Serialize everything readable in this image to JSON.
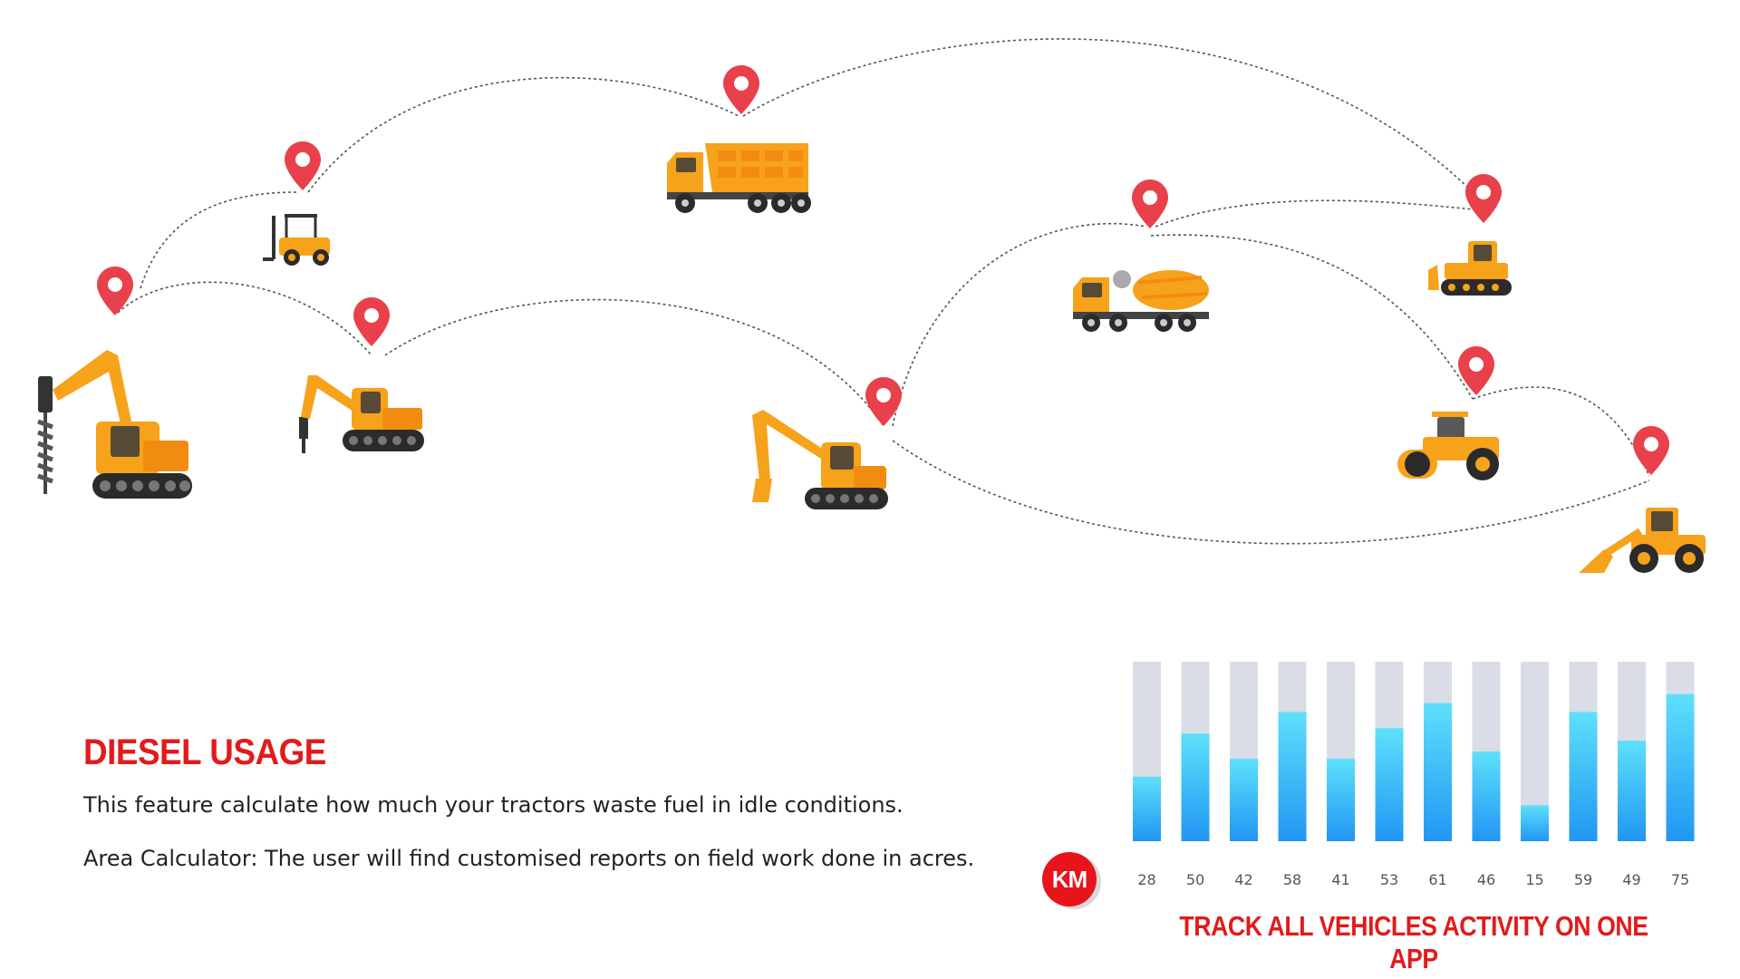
{
  "feature": {
    "title": "DIESEL USAGE",
    "lines": [
      "This feature calculate how much your tractors waste fuel in idle conditions.",
      "Area Calculator: The user will find customised reports on field work done in acres."
    ]
  },
  "map": {
    "pin_color": "#e8414b",
    "route_style": "dashed",
    "vehicles": [
      "excavator-auger-icon",
      "forklift-icon",
      "excavator-breaker-icon",
      "dump-truck-icon",
      "excavator-icon",
      "cement-mixer-icon",
      "bulldozer-icon",
      "road-roller-icon",
      "wheel-loader-icon"
    ]
  },
  "chart_data": {
    "type": "bar",
    "categories": [
      "28",
      "50",
      "42",
      "58",
      "41",
      "53",
      "61",
      "46",
      "15",
      "59",
      "49",
      "75"
    ],
    "values": [
      0.36,
      0.6,
      0.46,
      0.72,
      0.46,
      0.63,
      0.77,
      0.5,
      0.2,
      0.72,
      0.56,
      0.82
    ],
    "ylim": [
      0,
      1
    ],
    "unit_badge": "KM",
    "caption": "TRACK ALL VEHICLES ACTIVITY ON ONE APP",
    "colors": {
      "track": "#dadde6",
      "fill_top": "#5ee0fb",
      "fill_bottom": "#2196f3",
      "accent": "#e8141b"
    }
  }
}
